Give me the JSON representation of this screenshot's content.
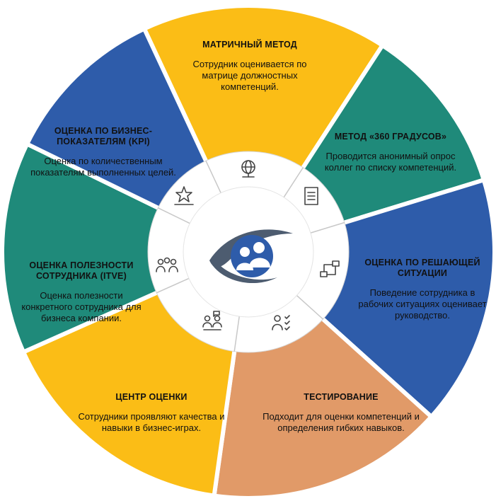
{
  "colors": {
    "yellow": "#fbbd16",
    "blue": "#2e5caa",
    "teal": "#1f8a7a",
    "peach": "#e19a68",
    "eye": "#4d5c70",
    "pupil": "#2e5caa"
  },
  "segments": [
    {
      "id": "matrix",
      "title": "МАТРИЧНЫЙ МЕТОД",
      "description": "Сотрудник оценивается по матрице должностных компетенций.",
      "color": "yellow",
      "icon": "globe-icon"
    },
    {
      "id": "360",
      "title": "МЕТОД «360 ГРАДУСОВ»",
      "description": "Проводится анонимный опрос коллег по списку компетенций.",
      "color": "teal",
      "icon": "document-icon"
    },
    {
      "id": "situation",
      "title": "ОЦЕНКА ПО РЕШАЮЩЕЙ СИТУАЦИИ",
      "description": "Поведение сотрудника в рабочих ситуациях оценивает руководство.",
      "color": "blue",
      "icon": "workflow-icon"
    },
    {
      "id": "testing",
      "title": "ТЕСТИРОВАНИЕ",
      "description": "Подходит для оценки компетенций и определения гибких навыков.",
      "color": "peach",
      "icon": "checklist-person-icon"
    },
    {
      "id": "center",
      "title": "ЦЕНТР ОЦЕНКИ",
      "description": "Сотрудники проявляют качества и навыки в бизнес-играх.",
      "color": "yellow",
      "icon": "meeting-icon"
    },
    {
      "id": "itve",
      "title": "ОЦЕНКА ПОЛЕЗНОСТИ СОТРУДНИКА (ITVE)",
      "description": "Оценка полезности конкретного сотрудника для бизнеса компании.",
      "color": "teal",
      "icon": "team-icon"
    },
    {
      "id": "kpi",
      "title": "ОЦЕНКА ПО БИЗНЕС-ПОКАЗАТЕЛЯМ (KPI)",
      "description": "Оценка по количественным показателям выполненных целей.",
      "color": "blue",
      "icon": "star-person-icon"
    }
  ]
}
